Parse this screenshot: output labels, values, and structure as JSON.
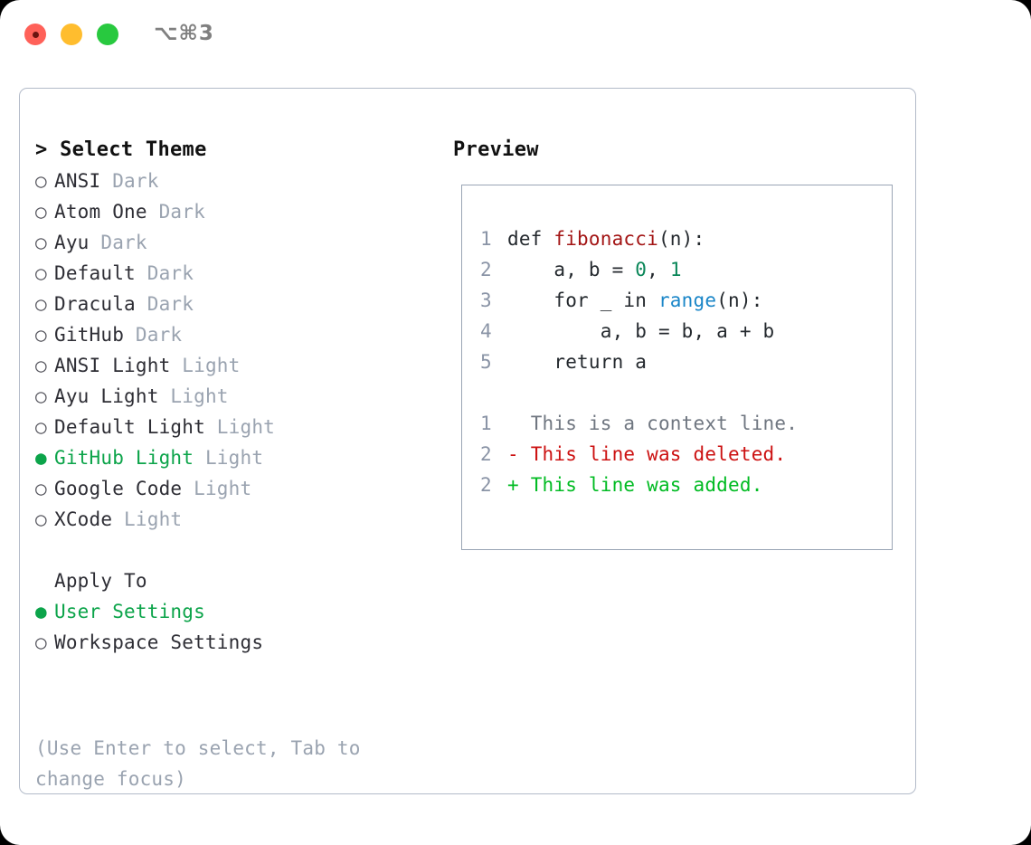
{
  "window": {
    "title": "⌥⌘3",
    "traffic_lights": [
      "close",
      "minimize",
      "zoom"
    ]
  },
  "theme_panel": {
    "header": "> Select Theme",
    "options": [
      {
        "marker": "○",
        "name": "ANSI",
        "variant": "Dark",
        "selected": false
      },
      {
        "marker": "○",
        "name": "Atom One",
        "variant": "Dark",
        "selected": false
      },
      {
        "marker": "○",
        "name": "Ayu",
        "variant": "Dark",
        "selected": false
      },
      {
        "marker": "○",
        "name": "Default",
        "variant": "Dark",
        "selected": false
      },
      {
        "marker": "○",
        "name": "Dracula",
        "variant": "Dark",
        "selected": false
      },
      {
        "marker": "○",
        "name": "GitHub",
        "variant": "Dark",
        "selected": false
      },
      {
        "marker": "○",
        "name": "ANSI Light",
        "variant": "Light",
        "selected": false
      },
      {
        "marker": "○",
        "name": "Ayu Light",
        "variant": "Light",
        "selected": false
      },
      {
        "marker": "○",
        "name": "Default Light",
        "variant": "Light",
        "selected": false
      },
      {
        "marker": "●",
        "name": "GitHub Light",
        "variant": "Light",
        "selected": true
      },
      {
        "marker": "○",
        "name": "Google Code",
        "variant": "Light",
        "selected": false
      },
      {
        "marker": "○",
        "name": "XCode",
        "variant": "Light",
        "selected": false
      }
    ],
    "apply_to": {
      "header": "Apply To",
      "options": [
        {
          "marker": "●",
          "name": "User Settings",
          "selected": true
        },
        {
          "marker": "○",
          "name": "Workspace Settings",
          "selected": false
        }
      ]
    },
    "help_text": "(Use Enter to select, Tab to change focus)"
  },
  "preview_panel": {
    "header": "Preview",
    "code_lines": [
      {
        "n": "1",
        "segments": [
          {
            "text": "def ",
            "style": "plain"
          },
          {
            "text": "fibonacci",
            "style": "fn"
          },
          {
            "text": "(n):",
            "style": "plain"
          }
        ]
      },
      {
        "n": "2",
        "segments": [
          {
            "text": "    a, b = ",
            "style": "plain"
          },
          {
            "text": "0",
            "style": "num"
          },
          {
            "text": ", ",
            "style": "plain"
          },
          {
            "text": "1",
            "style": "num"
          }
        ]
      },
      {
        "n": "3",
        "segments": [
          {
            "text": "    for _ in ",
            "style": "plain"
          },
          {
            "text": "range",
            "style": "call"
          },
          {
            "text": "(n):",
            "style": "plain"
          }
        ]
      },
      {
        "n": "4",
        "segments": [
          {
            "text": "        a, b = b, a + b",
            "style": "plain"
          }
        ]
      },
      {
        "n": "5",
        "segments": [
          {
            "text": "    return a",
            "style": "plain"
          }
        ]
      }
    ],
    "diff_lines": [
      {
        "n": "1",
        "sign": "  ",
        "text": "This is a context line.",
        "kind": "ctx"
      },
      {
        "n": "2",
        "sign": "- ",
        "text": "This line was deleted.",
        "kind": "del"
      },
      {
        "n": "2",
        "sign": "+ ",
        "text": "This line was added.",
        "kind": "add"
      }
    ]
  },
  "colors": {
    "accent_green": "#0ca44a",
    "muted": "#9aa3b0",
    "border": "#b3bbc9",
    "preview_border": "#9aa5b5",
    "fn_red": "#a31515",
    "num_teal": "#098658",
    "call_blue": "#1a86c8",
    "diff_del": "#cc1111",
    "diff_add": "#00bb22",
    "line_number": "#8a94a6"
  }
}
